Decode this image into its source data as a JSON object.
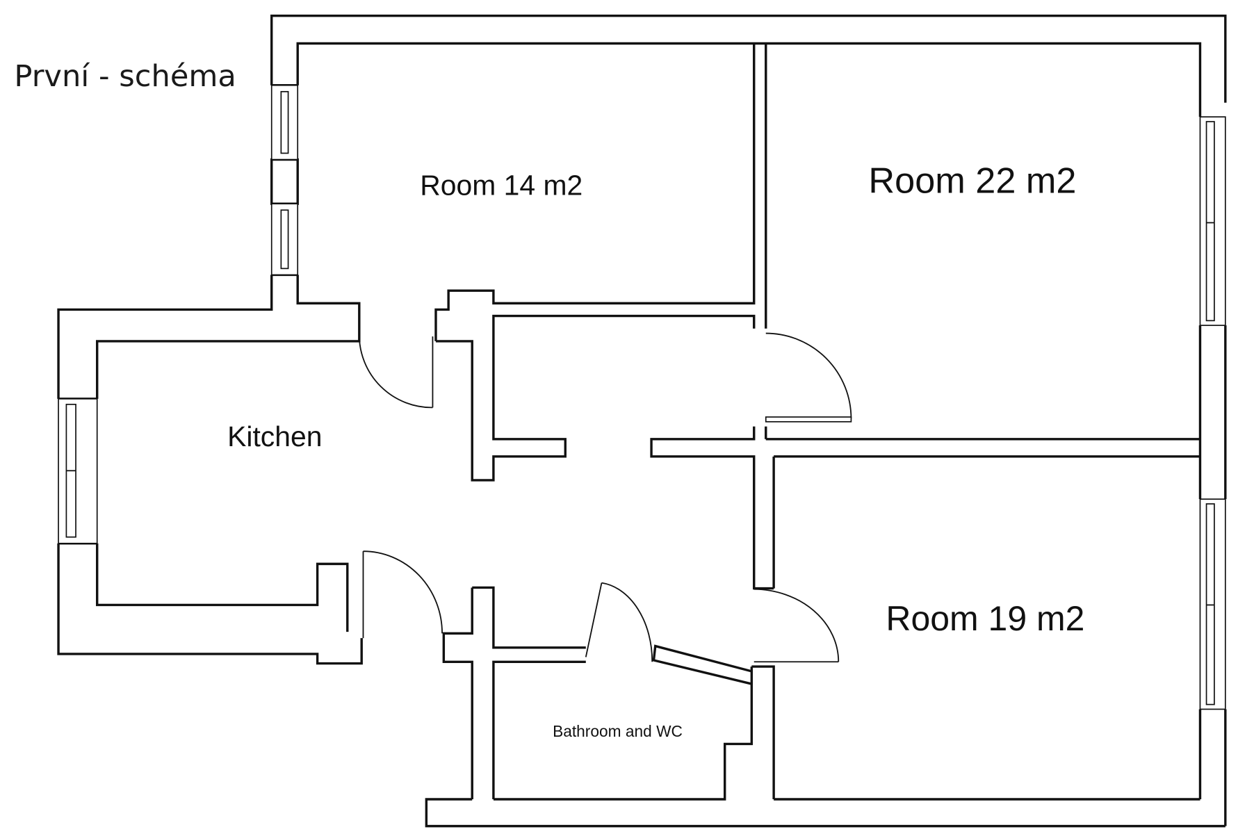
{
  "title": "První - schéma",
  "rooms": [
    {
      "id": "room-14",
      "label": "Room 14 m2",
      "area_m2": 14
    },
    {
      "id": "room-22",
      "label": "Room 22 m2",
      "area_m2": 22
    },
    {
      "id": "kitchen",
      "label": "Kitchen"
    },
    {
      "id": "room-19",
      "label": "Room 19 m2",
      "area_m2": 19
    },
    {
      "id": "bathroom",
      "label": "Bathroom and WC"
    }
  ],
  "colors": {
    "line": "#111111",
    "background": "#ffffff"
  }
}
